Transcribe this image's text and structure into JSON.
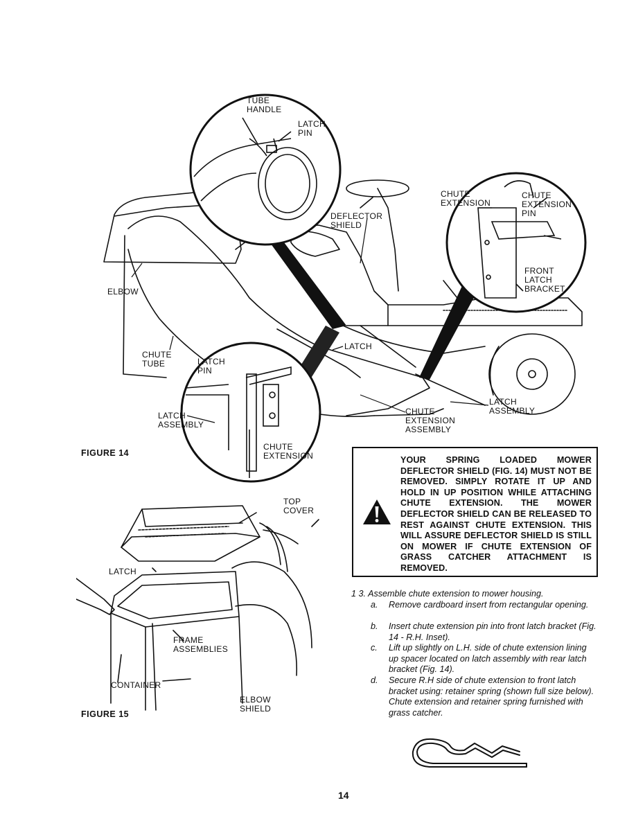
{
  "figure14": {
    "caption": "FIGURE 14",
    "labels": {
      "tube_handle": "TUBE\nHANDLE",
      "latch_pin_top": "LATCH\nPIN",
      "deflector_shield": "DEFLECTOR\nSHIELD",
      "chute_extension_main": "CHUTE\nEXTENSION",
      "chute_extension_pin": "CHUTE\nEXTENSION\nPIN",
      "front_latch_bracket": "FRONT\nLATCH\nBRACKET",
      "elbow": "ELBOW",
      "chute_tube": "CHUTE\nTUBE",
      "latch_pin_inset": "LATCH\nPIN",
      "latch": "LATCH",
      "latch_assembly_left": "LATCH\nASSEMBLY",
      "chute_extension_inset": "CHUTE\nEXTENSION",
      "chute_extension_assembly": "CHUTE\nEXTENSION\nASSEMBLY",
      "latch_assembly_right": "LATCH\nASSEMBLY"
    }
  },
  "figure15": {
    "caption": "FIGURE 15",
    "labels": {
      "top_cover": "TOP\nCOVER",
      "latch": "LATCH",
      "frame_assemblies": "FRAME\nASSEMBLIES",
      "container": "CONTAINER",
      "elbow_shield": "ELBOW\nSHIELD"
    }
  },
  "warning": {
    "icon": "warning-triangle-icon",
    "text": "YOUR SPRING LOADED MOWER DEFLECTOR SHIELD (FIG. 14) MUST NOT BE REMOVED. SIMPLY ROTATE IT UP AND HOLD IN UP POSITION WHILE ATTACHING CHUTE EXTENSION. THE MOWER DEFLECTOR SHIELD CAN BE RELEASED TO REST AGAINST CHUTE EXTENSION. THIS WILL ASSURE DEFLECTOR SHIELD IS STILL ON MOWER IF CHUTE EXTENSION OF GRASS CATCHER ATTACHMENT IS REMOVED."
  },
  "instructions": {
    "step_number": "1 3.",
    "step_title": "Assemble chute extension to mower housing.",
    "substeps": [
      {
        "letter": "a.",
        "text": "Remove cardboard insert from rectangular opening."
      },
      {
        "letter": "b.",
        "text": "Insert chute extension pin into front latch bracket (Fig. 14 - R.H. Inset)."
      },
      {
        "letter": "c.",
        "text": "Lift up slightly on L.H. side of chute extension lining up spacer located on latch assembly with rear latch bracket (Fig. 14)."
      },
      {
        "letter": "d.",
        "text": "Secure R.H side of chute extension to front latch bracket using: retainer spring (shown full size below). Chute extension and retainer spring furnished with grass catcher."
      }
    ]
  },
  "page_number": "14"
}
